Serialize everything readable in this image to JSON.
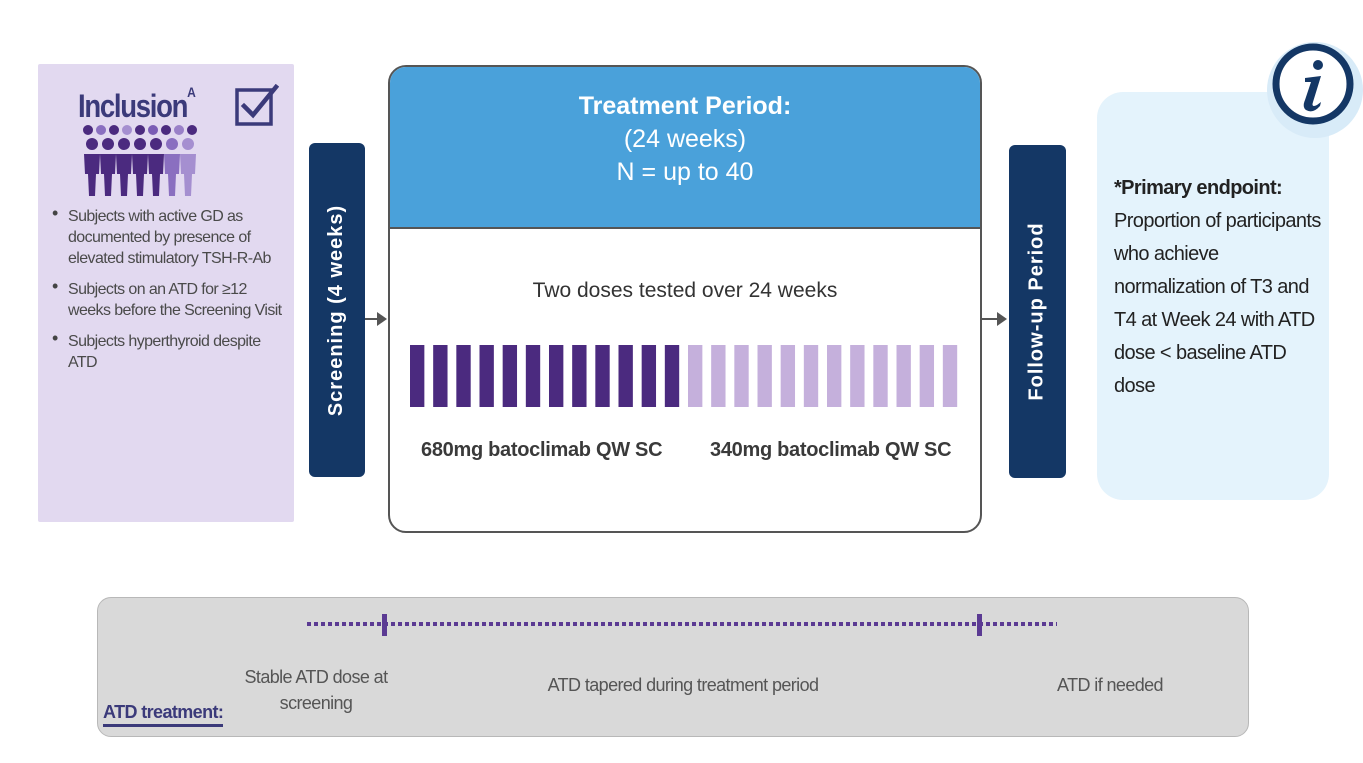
{
  "inclusion": {
    "title": "Inclusion",
    "superscript": "A",
    "criteria": [
      "Subjects with active GD as documented by presence of elevated stimulatory TSH-R-Ab",
      "Subjects on an ATD for ≥12 weeks before the Screening Visit",
      "Subjects hyperthyroid despite ATD"
    ]
  },
  "screening": {
    "label": "Screening (4 weeks)"
  },
  "treatment": {
    "title": "Treatment Period:",
    "duration": "(24 weeks)",
    "n": "N = up to 40",
    "caption": "Two doses tested over 24 weeks",
    "dose_high_label": "680mg batoclimab QW SC",
    "dose_low_label": "340mg batoclimab QW SC",
    "dose_high_weeks": 12,
    "dose_low_weeks": 12,
    "dose_high_color": "#4b2a7f",
    "dose_low_color": "#c5b0dc"
  },
  "followup": {
    "label": "Follow-up Period"
  },
  "endpoint": {
    "title": "*Primary endpoint:",
    "text": "Proportion of participants who achieve normalization of T3 and T4 at Week 24 with ATD dose < baseline ATD dose"
  },
  "atd": {
    "label": "ATD treatment:",
    "stable": "Stable ATD dose at screening",
    "tapered": "ATD tapered during treatment period",
    "needed": "ATD if needed"
  },
  "colors": {
    "navy": "#143765",
    "sky": "#4aa1da",
    "purple": "#3b3a7a",
    "lavender": "#e2d9f0",
    "endpoint_bg": "#e4f3fc"
  },
  "icons": {
    "check": "check-box-icon",
    "people": "people-group-icon",
    "info": "info-icon"
  }
}
